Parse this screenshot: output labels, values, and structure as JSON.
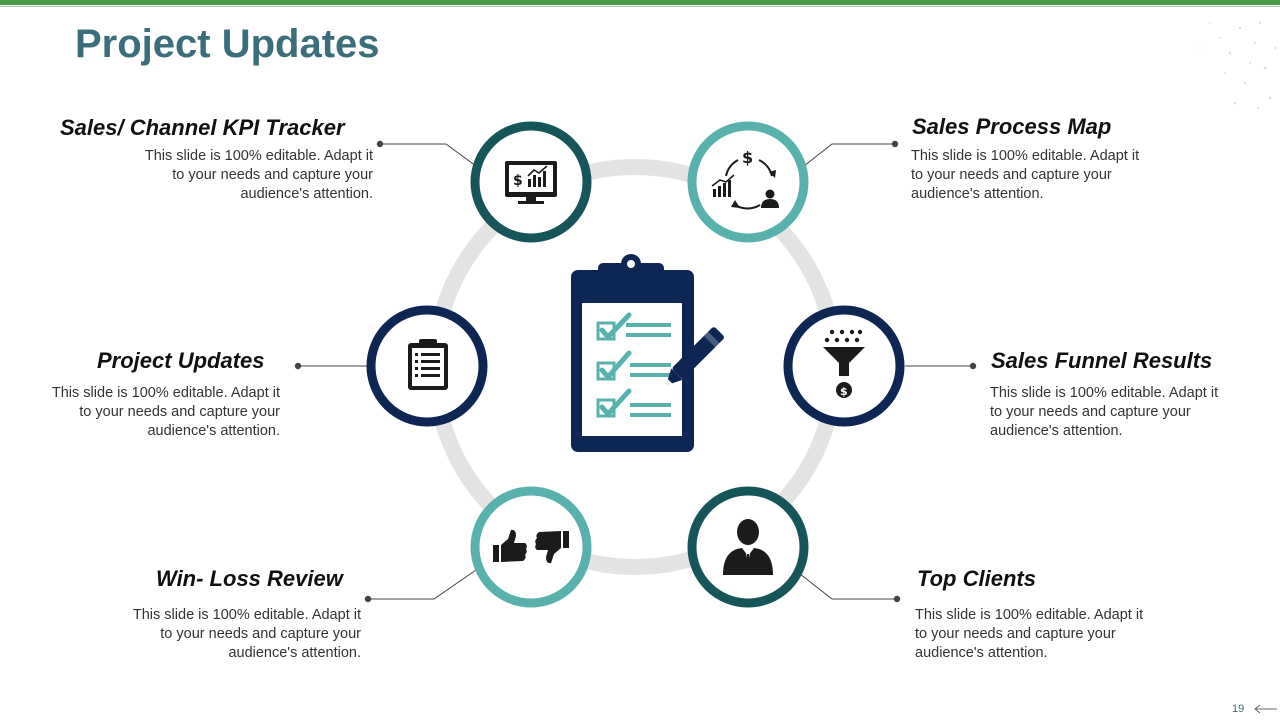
{
  "slide": {
    "title": "Project Updates",
    "page_number": "19"
  },
  "colors": {
    "dark_navy": "#0e2654",
    "dark_teal": "#16565a",
    "light_teal": "#59b1ae",
    "ring_gray": "#e4e4e4",
    "title_color": "#3a6e7a",
    "accent_green": "#4a9a45"
  },
  "items": [
    {
      "heading": "Sales/ Channel KPI Tracker",
      "lines": [
        "This slide is 100% editable. Adapt it",
        "to your needs and capture your",
        "audience's attention."
      ],
      "icon": "monitor-dollar-chart-icon"
    },
    {
      "heading": "Sales Process Map",
      "lines": [
        "This slide is 100% editable. Adapt it",
        "to your needs and capture your",
        "audience's attention."
      ],
      "icon": "cycle-dollar-growth-person-icon"
    },
    {
      "heading": "Project Updates",
      "lines": [
        "This slide is 100% editable. Adapt it",
        "to your needs and capture your",
        "audience's attention."
      ],
      "icon": "clipboard-list-icon"
    },
    {
      "heading": "Sales Funnel Results",
      "lines": [
        "This slide is 100% editable. Adapt it",
        "to your needs and capture your",
        "audience's attention."
      ],
      "icon": "funnel-dollar-icon"
    },
    {
      "heading": "Win- Loss Review",
      "lines": [
        "This slide is 100% editable. Adapt it",
        "to your needs and capture your",
        "audience's attention."
      ],
      "icon": "thumbs-up-down-icon"
    },
    {
      "heading": "Top Clients",
      "lines": [
        "This slide is 100% editable. Adapt it",
        "to your needs and capture your",
        "audience's attention."
      ],
      "icon": "businessman-icon"
    }
  ],
  "center_icon": "clipboard-checklist-pen-icon"
}
